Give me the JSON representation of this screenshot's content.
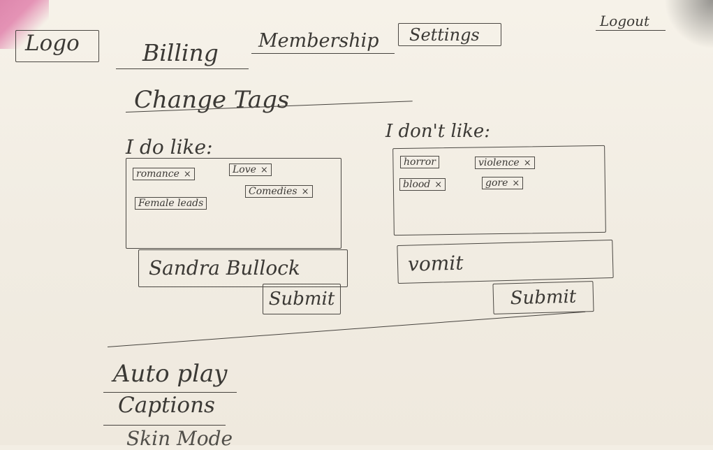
{
  "header": {
    "logo": "Logo",
    "nav": [
      {
        "id": "billing",
        "label": "Billing"
      },
      {
        "id": "membership",
        "label": "Membership"
      },
      {
        "id": "settings",
        "label": "Settings"
      }
    ],
    "logout": "Logout"
  },
  "main": {
    "title": "Change Tags",
    "like": {
      "label": "I do like:",
      "tags": [
        "romance",
        "Love",
        "Female leads",
        "Comedies"
      ],
      "input_value": "Sandra Bullock",
      "submit": "Submit"
    },
    "dislike": {
      "label": "I don't like:",
      "tags": [
        "horror",
        "violence",
        "blood",
        "gore"
      ],
      "input_value": "vomit",
      "submit": "Submit"
    }
  },
  "sections": {
    "autoplay": "Auto play",
    "captions": "Captions",
    "skin_mode": "Skin Mode"
  },
  "icons": {
    "remove_tag": "close-icon"
  },
  "colors": {
    "paper": "#f3eee4",
    "ink": "#3b3935"
  }
}
